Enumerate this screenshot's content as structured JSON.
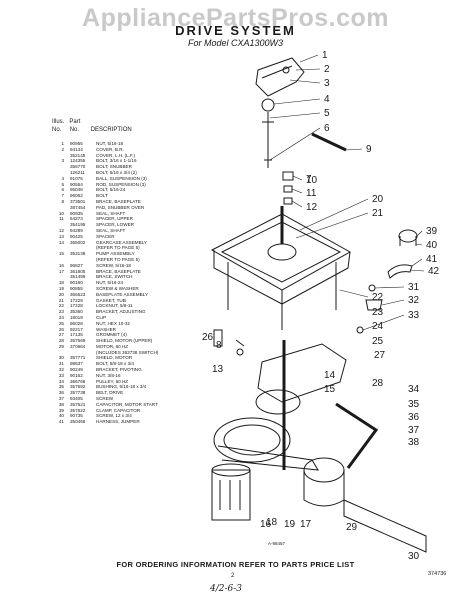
{
  "watermark": "AppliancePartsPros.com",
  "title": "DRIVE SYSTEM",
  "subtitle": "For Model CXA1300W3",
  "legend_header": {
    "illus": "Illus.",
    "part": "Part",
    "no": "No.",
    "no2": "No.",
    "description": "DESCRIPTION"
  },
  "legend": [
    {
      "n": "1",
      "p": "90955",
      "d": "NUT, 5/16-18"
    },
    {
      "n": "2",
      "p": "94134",
      "d": "COVER, B.R."
    },
    {
      "n": "",
      "p": "352145",
      "d": "COVER, L.H. (L.F.)"
    },
    {
      "n": "3",
      "p": "124355",
      "d": "BOLT, 3/16 x 1-1/16"
    },
    {
      "n": "",
      "p": "355770",
      "d": "BOLT, SNUBBER"
    },
    {
      "n": "",
      "p": "126211",
      "d": "BOLT, 5/16 x 3/4 (2)"
    },
    {
      "n": "4",
      "p": "91075",
      "d": "BALL, SUSPENSION (3)"
    },
    {
      "n": "5",
      "p": "90554",
      "d": "ROD, SUSPENSION (3)"
    },
    {
      "n": "6",
      "p": "95048",
      "d": "BOLT, 5/16-24"
    },
    {
      "n": "7",
      "p": "96062",
      "d": "BOLT"
    },
    {
      "n": "8",
      "p": "373501",
      "d": "BRACE, BASEPLATE"
    },
    {
      "n": "",
      "p": "387454",
      "d": "PAD, SNUBBER OVER"
    },
    {
      "n": "10",
      "p": "90935",
      "d": "SEAL, SHAFT"
    },
    {
      "n": "11",
      "p": "54273",
      "d": "SPACER, UPPER"
    },
    {
      "n": "",
      "p": "354195",
      "d": "SPACER, LOWER"
    },
    {
      "n": "12",
      "p": "94289",
      "d": "SEAL, SHAFT"
    },
    {
      "n": "13",
      "p": "90425",
      "d": "SPACER"
    },
    {
      "n": "14",
      "p": "365002",
      "d": "GEARCASE ASSEMBLY"
    },
    {
      "n": "",
      "p": "",
      "d": "(REFER TO PAGE 5)"
    },
    {
      "n": "15",
      "p": "353138",
      "d": "PUMP ASSEMBLY"
    },
    {
      "n": "",
      "p": "",
      "d": "(REFER TO PAGE 5)"
    },
    {
      "n": "16",
      "p": "96827",
      "d": "SCREW, 5/16-18"
    },
    {
      "n": "17",
      "p": "361805",
      "d": "BRACE, BASEPLATE"
    },
    {
      "n": "",
      "p": "351499",
      "d": "BRACE, SWITCH"
    },
    {
      "n": "18",
      "p": "90160",
      "d": "NUT, 5/16-24"
    },
    {
      "n": "19",
      "p": "90855",
      "d": "SCREW & WASHER"
    },
    {
      "n": "20",
      "p": "366523",
      "d": "BASEPLATE ASSEMBLY"
    },
    {
      "n": "21",
      "p": "17229",
      "d": "GASKET, TUB"
    },
    {
      "n": "22",
      "p": "17228",
      "d": "LOCKNUT, 5/8-11"
    },
    {
      "n": "23",
      "p": "35360",
      "d": "BRACKET, ADJUSTING"
    },
    {
      "n": "24",
      "p": "18019",
      "d": "CLIP"
    },
    {
      "n": "25",
      "p": "96028",
      "d": "NUT, HEX 10-32"
    },
    {
      "n": "26",
      "p": "92217",
      "d": "WASHER"
    },
    {
      "n": "27",
      "p": "17135",
      "d": "GROMMET (4)"
    },
    {
      "n": "28",
      "p": "357569",
      "d": "SHIELD, MOTOR (UPPER)"
    },
    {
      "n": "29",
      "p": "370664",
      "d": "MOTOR, 60 HZ"
    },
    {
      "n": "",
      "p": "",
      "d": "(INCLUDES 363738 SWITCH)"
    },
    {
      "n": "30",
      "p": "357771",
      "d": "SHIELD, MOTOR"
    },
    {
      "n": "31",
      "p": "98637",
      "d": "BOLT, 5/8-18 x 3/4"
    },
    {
      "n": "32",
      "p": "90249",
      "d": "BRACKET, PIVOTING"
    },
    {
      "n": "33",
      "p": "90162",
      "d": "NUT, 3/8-16"
    },
    {
      "n": "34",
      "p": "366766",
      "d": "PULLEY, 60 HZ"
    },
    {
      "n": "35",
      "p": "357692",
      "d": "BUSHING, 5/16-18 x 3/4"
    },
    {
      "n": "36",
      "p": "357738",
      "d": "BELT, DRIVE"
    },
    {
      "n": "37",
      "p": "93405",
      "d": "SCREW"
    },
    {
      "n": "38",
      "p": "357621",
      "d": "CAPACITOR, MOTOR START"
    },
    {
      "n": "39",
      "p": "357622",
      "d": "CLAMP, CAPACITOR"
    },
    {
      "n": "40",
      "p": "90735",
      "d": "SCREW, 12 x 3/4"
    },
    {
      "n": "41",
      "p": "350466",
      "d": "HARNESS, JUMPER"
    }
  ],
  "callouts": [
    "1",
    "2",
    "3",
    "4",
    "5",
    "6",
    "7",
    "8",
    "9",
    "10",
    "11",
    "12",
    "13",
    "14",
    "15",
    "16",
    "17",
    "18",
    "19",
    "20",
    "21",
    "22",
    "23",
    "24",
    "25",
    "26",
    "27",
    "28",
    "29",
    "30",
    "31",
    "32",
    "33",
    "34",
    "35",
    "36",
    "37",
    "38",
    "39",
    "40",
    "41",
    "42"
  ],
  "figure_code": "A-98457",
  "footer": "FOR ORDERING INFORMATION REFER TO PARTS PRICE LIST",
  "page_number": "2",
  "handwritten": "4/2-6-3",
  "doc_code": "374736"
}
